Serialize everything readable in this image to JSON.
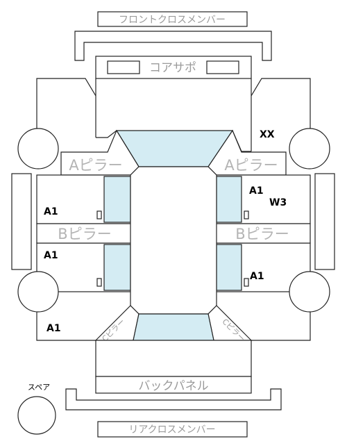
{
  "parts": {
    "front_cross_member": "フロントクロスメンバー",
    "core_support": "コアサポ",
    "a_pillar": "Aピラー",
    "b_pillar": "Bピラー",
    "back_panel": "バックパネル",
    "rear_cross_member": "リアクロスメンバー",
    "spare": "スペア"
  },
  "marks": {
    "front_right_fender": "XX",
    "front_right_door": "A1",
    "front_right_door_2": "W3",
    "front_left_door": "A1",
    "rear_left_door": "A1",
    "rear_right_door": "A1",
    "rear_left_quarter": "A1"
  }
}
